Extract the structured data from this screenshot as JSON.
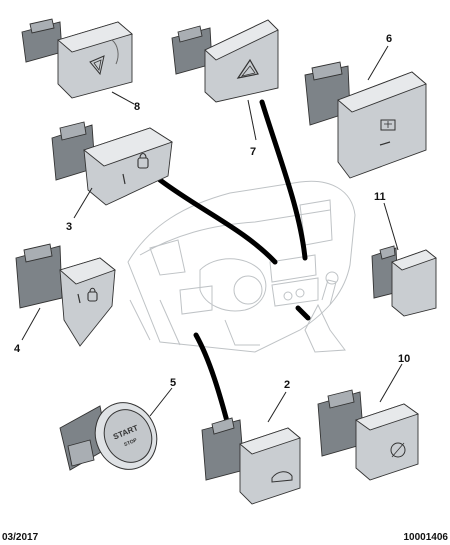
{
  "callouts": {
    "c8": "8",
    "c7": "7",
    "c6": "6",
    "c3": "3",
    "c11": "11",
    "c4": "4",
    "c5": "5",
    "c2": "2",
    "c10": "10"
  },
  "start_button": {
    "line1": "START",
    "line2": "STOP"
  },
  "footer": {
    "date": "03/2017",
    "reference": "10001406"
  }
}
